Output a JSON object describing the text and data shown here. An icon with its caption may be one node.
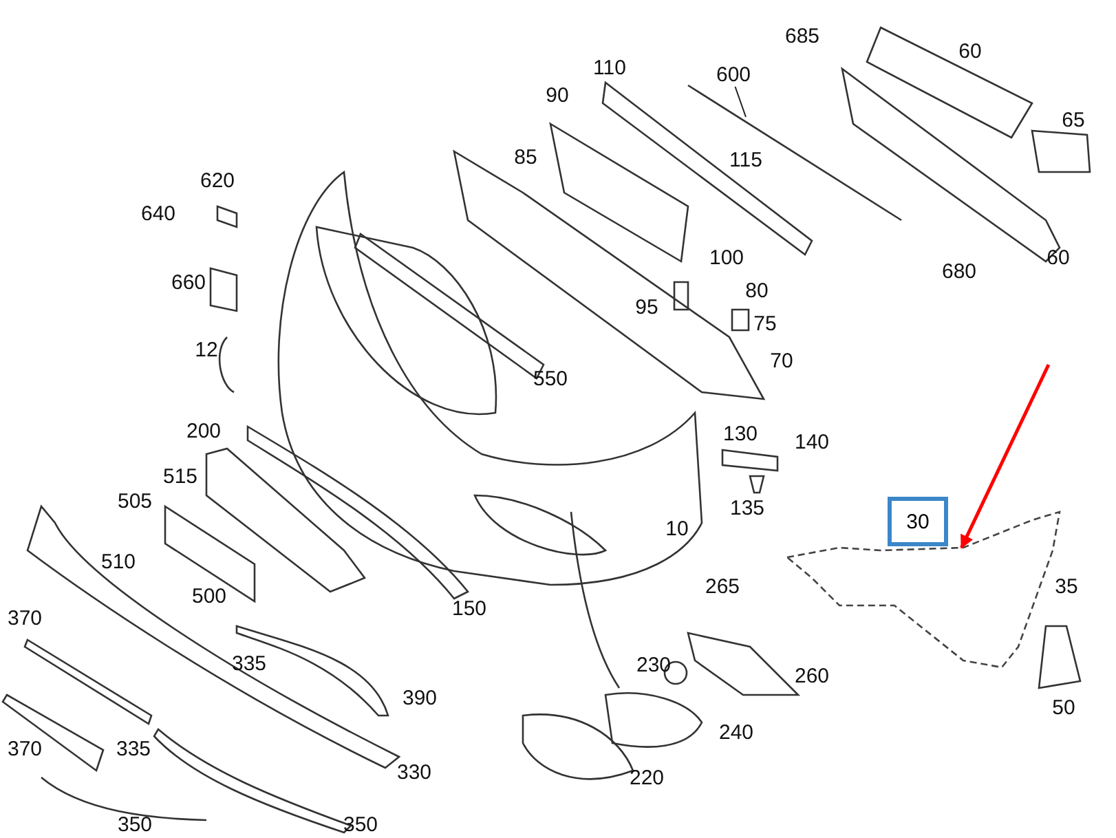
{
  "diagram": {
    "nodes": [
      {
        "text": [
          "30"
        ]
      },
      {
        "text": [],
        "shape": "picture"
      },
      {
        "text": [
          "600"
        ]
      }
    ],
    "edges": [
      {
        "from": null,
        "to": 1,
        "arrow": "to",
        "style": "thick",
        "color": "#ff0000"
      },
      {
        "from": 2,
        "to": null,
        "arrow": "none",
        "color": "#222222"
      }
    ],
    "labels": [
      "685",
      "60",
      "110",
      "90",
      "65",
      "85",
      "115",
      "620",
      "640",
      "60",
      "680",
      "100",
      "660",
      "95",
      "80",
      "75",
      "12",
      "70",
      "550",
      "130",
      "140",
      "200",
      "515",
      "505",
      "135",
      "10",
      "510",
      "500",
      "35",
      "150",
      "370",
      "265",
      "335",
      "230",
      "260",
      "390",
      "50",
      "240",
      "370",
      "335",
      "330",
      "220",
      "350",
      "350"
    ]
  }
}
